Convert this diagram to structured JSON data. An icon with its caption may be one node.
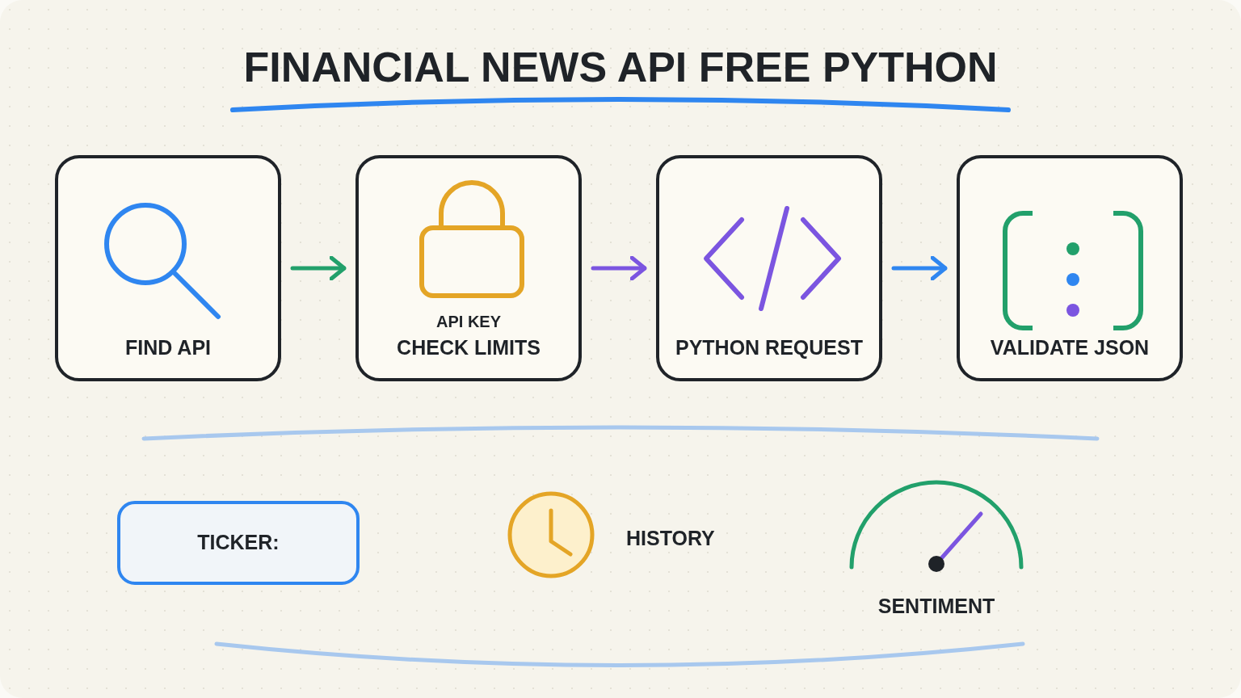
{
  "diagram": {
    "title": "FINANCIAL NEWS API FREE PYTHON",
    "nodes": [
      {
        "text": [
          "FIND API"
        ]
      },
      {
        "text": [
          "API KEY",
          "CHECK LIMITS"
        ]
      },
      {
        "text": [
          "PYTHON REQUEST"
        ]
      },
      {
        "text": [
          "VALIDATE JSON"
        ]
      },
      {
        "text": [
          "TICKER:"
        ]
      }
    ],
    "edges": [
      {
        "from": 0,
        "to": 1,
        "arrow": "to",
        "color": "#22a06b"
      },
      {
        "from": 1,
        "to": 2,
        "arrow": "to",
        "color": "#7b55e0"
      },
      {
        "from": 2,
        "to": 3,
        "arrow": "to",
        "color": "#2f86f0"
      }
    ],
    "labels": [
      "HISTORY",
      "SENTIMENT"
    ]
  }
}
